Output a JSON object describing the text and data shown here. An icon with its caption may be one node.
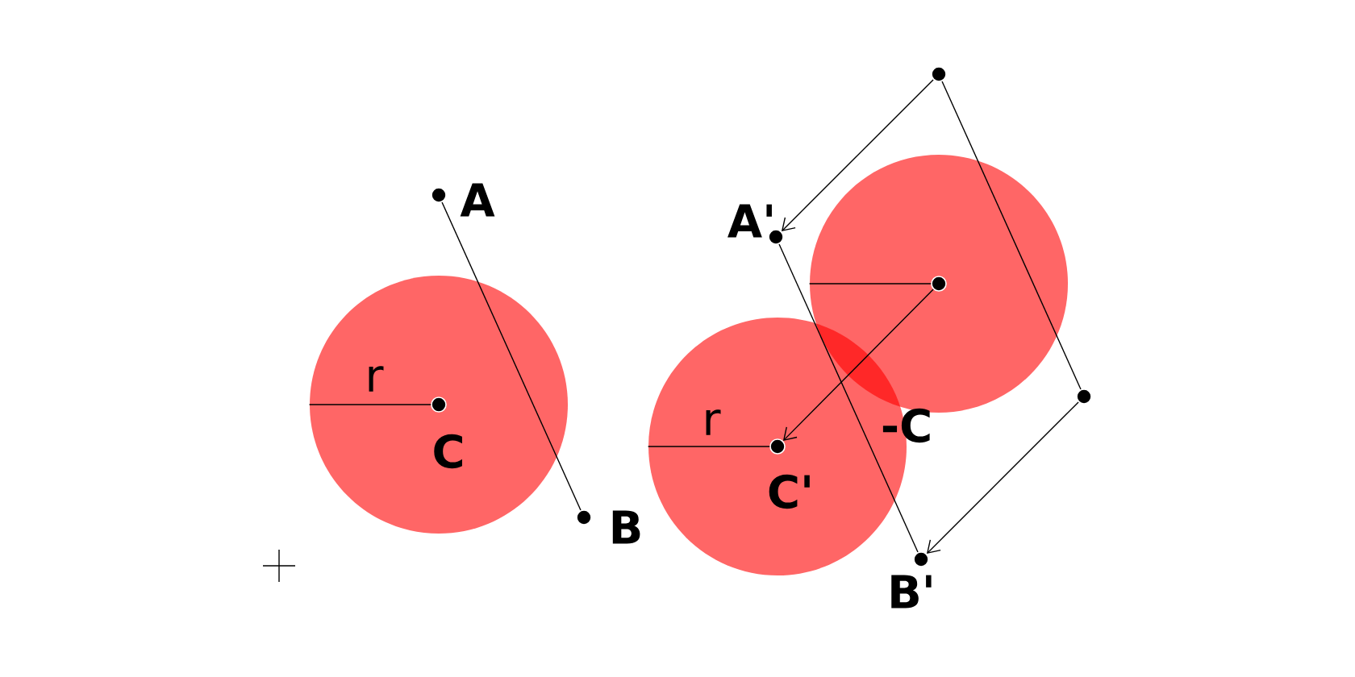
{
  "diagram": {
    "nodes": [
      {
        "text": [],
        "shape": "circle",
        "beside": [
          "A"
        ]
      },
      {
        "text": [],
        "shape": "circle",
        "beside": [
          "B"
        ]
      },
      {
        "text": [],
        "shape": "circle"
      },
      {
        "text": [],
        "shape": "circle",
        "beside": [
          "C"
        ],
        "in": 2
      },
      {
        "text": [],
        "shape": "circle",
        "beside": [
          "A'"
        ]
      },
      {
        "text": [],
        "shape": "circle",
        "beside": [
          "B'"
        ]
      },
      {
        "text": [],
        "shape": "circle"
      },
      {
        "text": [],
        "shape": "circle"
      },
      {
        "text": [],
        "shape": "circle"
      },
      {
        "text": [],
        "shape": "circle",
        "in": 8
      },
      {
        "text": [],
        "shape": "circle"
      },
      {
        "text": [],
        "shape": "circle",
        "beside": [
          "C'"
        ],
        "in": 10
      }
    ],
    "edges": [
      {
        "from": 0,
        "to": 1,
        "arrow": "none"
      },
      {
        "from": 4,
        "to": 5,
        "arrow": "none"
      },
      {
        "from": 6,
        "to": 4,
        "arrow": "to"
      },
      {
        "from": 6,
        "to": 7,
        "arrow": "none"
      },
      {
        "from": 7,
        "to": 5,
        "arrow": "to"
      },
      {
        "from": 9,
        "to": 11,
        "arrow": "to",
        "label": "-C"
      }
    ],
    "labels": [
      "r",
      "r"
    ]
  }
}
